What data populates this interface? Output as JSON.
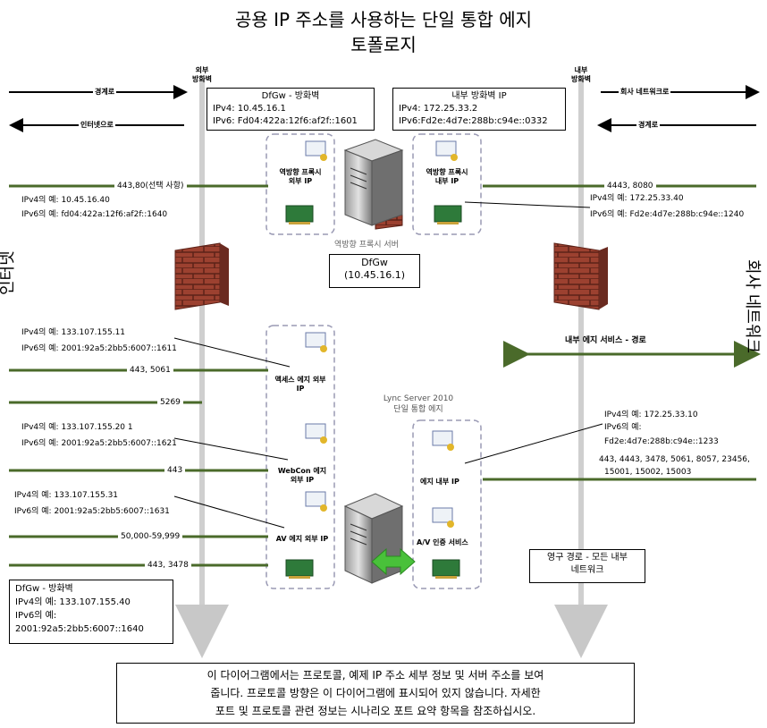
{
  "title": [
    "공용 IP 주소를 사용하는 단일 통합 에지",
    "토폴로지"
  ],
  "left_side": {
    "vertical_label": "인터넷",
    "firewall_label": [
      "외부",
      "방화벽"
    ],
    "arrow_out": "경계로",
    "arrow_in": "인터넷으로"
  },
  "right_side": {
    "vertical_label": "회사 네트워크",
    "firewall_label": [
      "내부",
      "방화벽"
    ],
    "arrow_corp": "회사 네트워크로",
    "arrow_edge": "경계로"
  },
  "dfgw_firewall_box": {
    "title": "DfGw - 방화벽",
    "ipv4": "IPv4: 10.45.16.1",
    "ipv6": "IPv6: Fd04:422a:12f6:af2f::1601"
  },
  "internal_firewall_box": {
    "title": "내부 방화벽 IP",
    "ipv4": "IPv4: 172.25.33.2",
    "ipv6": "IPv6:Fd2e:4d7e:288b:c94e::0332"
  },
  "reverse_proxy": {
    "external_label": [
      "역방향 프록시",
      "외부 IP"
    ],
    "internal_label": [
      "역방향 프록시",
      "내부 IP"
    ],
    "server_label": "역방향 프록시 서버",
    "server_box": [
      "DfGw",
      "(10.45.16.1)"
    ],
    "ext_ports": "443,80(선택 사항)",
    "ext_ipv4": "IPv4의 예: 10.45.16.40",
    "ext_ipv6": "IPv6의 예: fd04:422a:12f6:af2f::1640",
    "int_ports": "4443, 8080",
    "int_ipv4": "IPv4의 예: 172.25.33.40",
    "int_ipv6": "IPv6의 예: Fd2e:4d7e:288b:c94e::1240"
  },
  "internal_edge_services": "내부 에지 서비스 - 경로",
  "edge_server": {
    "title": [
      "Lync Server 2010",
      "단일 통합 에지"
    ],
    "access_edge_label": [
      "액세스 에지 외부",
      "IP"
    ],
    "webcon_label": [
      "WebCon 에지",
      "외부 IP"
    ],
    "av_label": "AV 에지 외부 IP",
    "internal_label": "에지  내부 IP",
    "av_auth_label": "A/V 인증 서비스"
  },
  "access_edge": {
    "ipv4": "IPv4의 예: 133.107.155.11",
    "ipv6": "IPv6의 예: 2001:92a5:2bb5:6007::1611",
    "ports1": "443, 5061",
    "ports2": "5269"
  },
  "webcon": {
    "ipv4": "IPv4의 예: 133.107.155.20 1",
    "ipv6": "IPv6의 예: 2001:92a5:2bb5:6007::1621",
    "ports": "443"
  },
  "av_edge": {
    "ipv4": "IPv4의 예: 133.107.155.31",
    "ipv6": "IPv6의 예: 2001:92a5:2bb5:6007::1631",
    "ports1": "50,000-59,999",
    "ports2": "443, 3478"
  },
  "edge_internal": {
    "ipv4": "IPv4의 예: 172.25.33.10",
    "ipv6_label": "IPv6의 예:",
    "ipv6": "Fd2e:4d7e:288b:c94e::1233",
    "ports": [
      "443, 4443, 3478, 5061, 8057, 23456,",
      "15001, 15002, 15003"
    ]
  },
  "dfgw_bottom_box": {
    "title": "DfGw - 방화벽",
    "ipv4": "IPv4의 예: 133.107.155.40",
    "ipv6_label": "IPv6의 예:",
    "ipv6": "2001:92a5:2bb5:6007::1640"
  },
  "persistent_route_box": [
    "영구 경로 - 모든 내부",
    "네트워크"
  ],
  "footer_note": [
    "이 다이어그램에서는 프로토콜, 예제 IP 주소 세부 정보 및 서버 주소를 보여",
    "줍니다. 프로토콜 방향은 이 다이어그램에 표시되어 있지 않습니다. 자세한",
    "포트 및 프로토콜 관련 정보는 시나리오 포트 요약 항목을 참조하십시오."
  ],
  "colors": {
    "route_line": "#4a6a2a",
    "firewall_line": "#cfcfcf",
    "brick": "#8b3a2e",
    "group_border": "#9a9ab4"
  }
}
